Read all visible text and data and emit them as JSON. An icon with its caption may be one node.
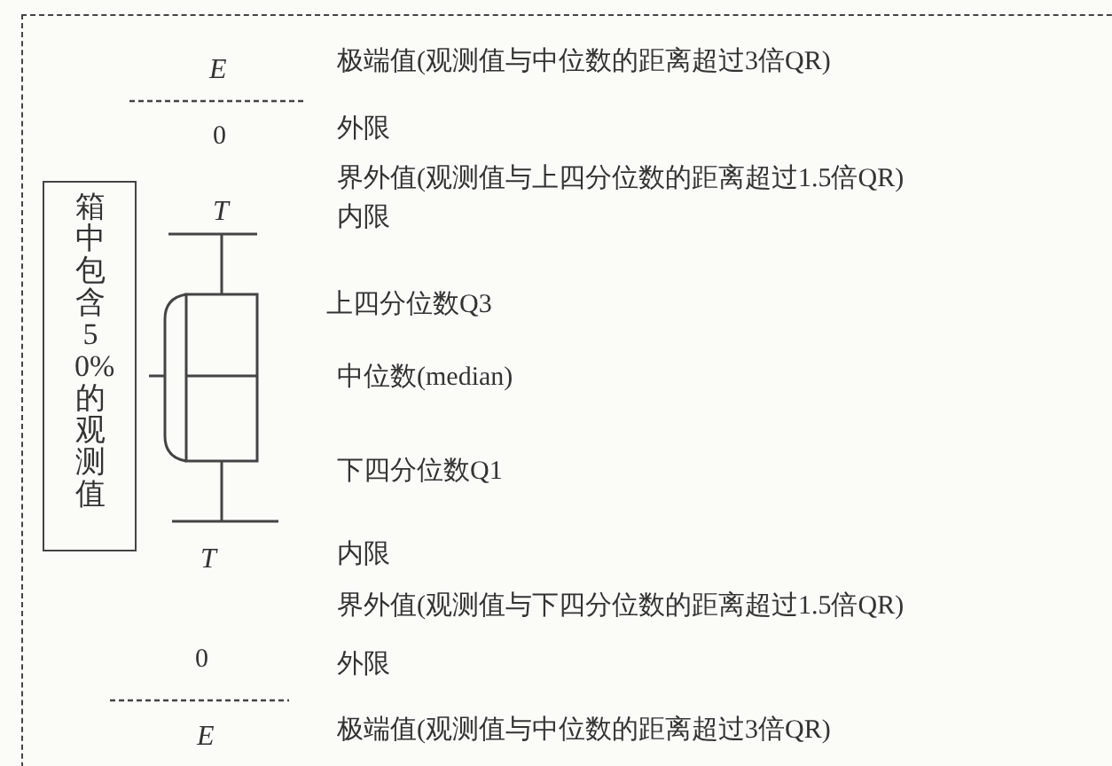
{
  "diagram": {
    "nodes": [
      {
        "text": [
          "箱中包含50%的观测值"
        ]
      }
    ],
    "labels": [
      "E",
      "极端值(观测值与中位数的距离超过3倍QR)",
      "0",
      "外限",
      "界外值(观测值与上四分位数的距离超过1.5倍QR)",
      "T",
      "内限",
      "上四分位数Q3",
      "中位数(median)",
      "下四分位数Q1",
      "T",
      "内限",
      "界外值(观测值与下四分位数的距离超过1.5倍QR)",
      "0",
      "外限",
      "E",
      "极端值(观测值与中位数的距离超过3倍QR)"
    ]
  }
}
